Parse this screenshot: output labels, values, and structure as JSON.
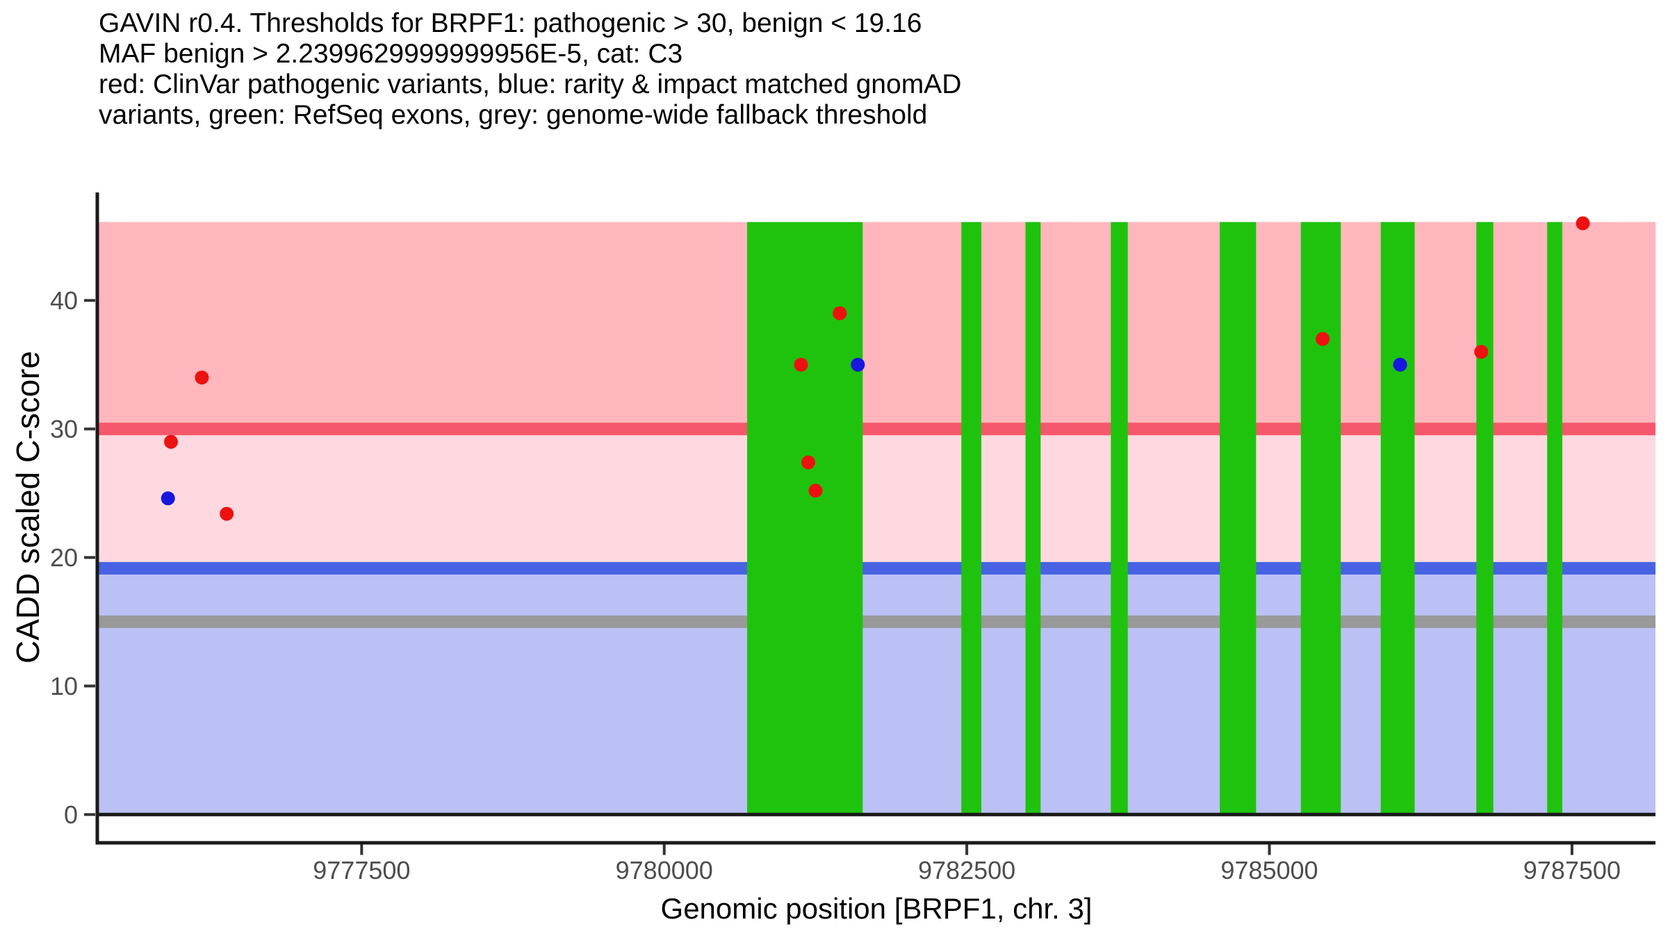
{
  "title": {
    "lines": [
      "GAVIN r0.4. Thresholds for BRPF1: pathogenic > 30, benign < 19.16",
      "MAF benign > 2.2399629999999956E-5, cat: C3",
      "red: ClinVar pathogenic variants, blue: rarity & impact matched gnomAD",
      "variants, green: RefSeq exons, grey: genome-wide fallback threshold"
    ]
  },
  "colors": {
    "band_pathogenic": "#FFB6BD",
    "band_intermediate": "#FFD9DF",
    "band_benign": "#BBC1F4",
    "threshold_pathogenic_line": "#F5586C",
    "threshold_benign_line": "#4763E3",
    "threshold_fallback_line": "#999999",
    "exon": "#1FC30D",
    "clinvar_dot": "#ED1111",
    "gnomad_dot": "#1717E0",
    "axis_line": "#1A1A1A",
    "tick_mark": "#333333",
    "tick_label": "#4D4D4D"
  },
  "chart_data": {
    "type": "scatter",
    "title": "GAVIN r0.4. Thresholds for BRPF1: pathogenic > 30, benign < 19.16 MAF benign > 2.2399629999999956E-5, cat: C3",
    "xlabel": "Genomic position [BRPF1, chr. 3]",
    "ylabel": "CADD scaled C-score",
    "gene": "BRPF1",
    "chromosome": "chr. 3",
    "xlim": [
      9775316,
      9788190
    ],
    "ylim": [
      -2.2,
      48.4
    ],
    "band_top": 46.1,
    "grid": false,
    "legend_position": "none",
    "x_ticks": [
      {
        "pos": 9777500,
        "label": "9777500"
      },
      {
        "pos": 9780000,
        "label": "9780000"
      },
      {
        "pos": 9782500,
        "label": "9782500"
      },
      {
        "pos": 9785000,
        "label": "9785000"
      },
      {
        "pos": 9787500,
        "label": "9787500"
      }
    ],
    "y_ticks": [
      {
        "value": 0,
        "label": "0"
      },
      {
        "value": 10,
        "label": "10"
      },
      {
        "value": 20,
        "label": "20"
      },
      {
        "value": 30,
        "label": "30"
      },
      {
        "value": 40,
        "label": "40"
      }
    ],
    "bands": [
      {
        "name": "pathogenic",
        "from": 30,
        "to": 46.1
      },
      {
        "name": "intermediate",
        "from": 19.16,
        "to": 30
      },
      {
        "name": "benign",
        "from": 0,
        "to": 19.16
      }
    ],
    "threshold_lines": [
      {
        "name": "pathogenic",
        "value": 30
      },
      {
        "name": "benign",
        "value": 19.16
      },
      {
        "name": "genome_wide_fallback",
        "value": 15
      }
    ],
    "thresholds": {
      "pathogenic_gt": 30,
      "benign_lt": 19.16,
      "maf_benign_gt": "2.2399629999999956E-5",
      "category": "C3",
      "genome_wide_fallback": 15
    },
    "exons": [
      {
        "start": 9780685,
        "end": 9781640
      },
      {
        "start": 9782455,
        "end": 9782620
      },
      {
        "start": 9782985,
        "end": 9783110
      },
      {
        "start": 9783690,
        "end": 9783830
      },
      {
        "start": 9784590,
        "end": 9784890
      },
      {
        "start": 9785260,
        "end": 9785590
      },
      {
        "start": 9785920,
        "end": 9786200
      },
      {
        "start": 9786710,
        "end": 9786850
      },
      {
        "start": 9787295,
        "end": 9787420
      }
    ],
    "series": [
      {
        "key": "clinvar",
        "name": "ClinVar pathogenic variants",
        "points": [
          {
            "pos": 9775925,
            "score": 29
          },
          {
            "pos": 9776180,
            "score": 34
          },
          {
            "pos": 9776385,
            "score": 23.4
          },
          {
            "pos": 9781130,
            "score": 35
          },
          {
            "pos": 9781190,
            "score": 27.4
          },
          {
            "pos": 9781250,
            "score": 25.2
          },
          {
            "pos": 9781450,
            "score": 39
          },
          {
            "pos": 9785440,
            "score": 37
          },
          {
            "pos": 9786750,
            "score": 36
          },
          {
            "pos": 9787590,
            "score": 46
          }
        ]
      },
      {
        "key": "gnomad",
        "name": "rarity & impact matched gnomAD variants",
        "points": [
          {
            "pos": 9775900,
            "score": 24.6
          },
          {
            "pos": 9781600,
            "score": 35
          },
          {
            "pos": 9786080,
            "score": 35
          }
        ]
      }
    ]
  }
}
